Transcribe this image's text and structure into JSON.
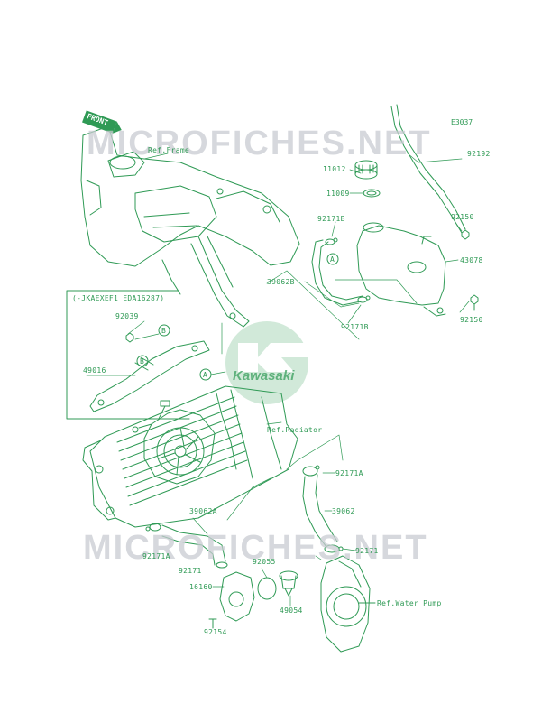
{
  "diagram": {
    "code": "E3037",
    "watermark_top": "MICROFICHES.NET",
    "watermark_bottom": "MICROFICHES.NET",
    "brand": "Kawasaki",
    "front_tag": "FRONT",
    "callout_a": "A",
    "callout_b": "B",
    "line_color": "#2f9a55",
    "labels": {
      "ref_frame": "Ref.Frame",
      "p11012": "11012",
      "p11009": "11009",
      "p92192": "92192",
      "p92171b_1": "92171B",
      "p92150_1": "92150",
      "p43078": "43078",
      "p39062b": "39062B",
      "p92171b_2": "92171B",
      "p92150_2": "92150",
      "jkaexef": "(-JKAEXEF1 EDA16287)",
      "p92039": "92039",
      "p49016": "49016",
      "ref_radiator": "Ref.Radiator",
      "p92171a_1": "92171A",
      "p39062a": "39062A",
      "p39062": "39062",
      "p92171_1": "92171",
      "p92171a_2": "92171A",
      "p92171_2": "92171",
      "p92055": "92055",
      "p16160": "16160",
      "p49054": "49054",
      "ref_water_pump": "Ref.Water Pump",
      "p92154": "92154"
    }
  }
}
